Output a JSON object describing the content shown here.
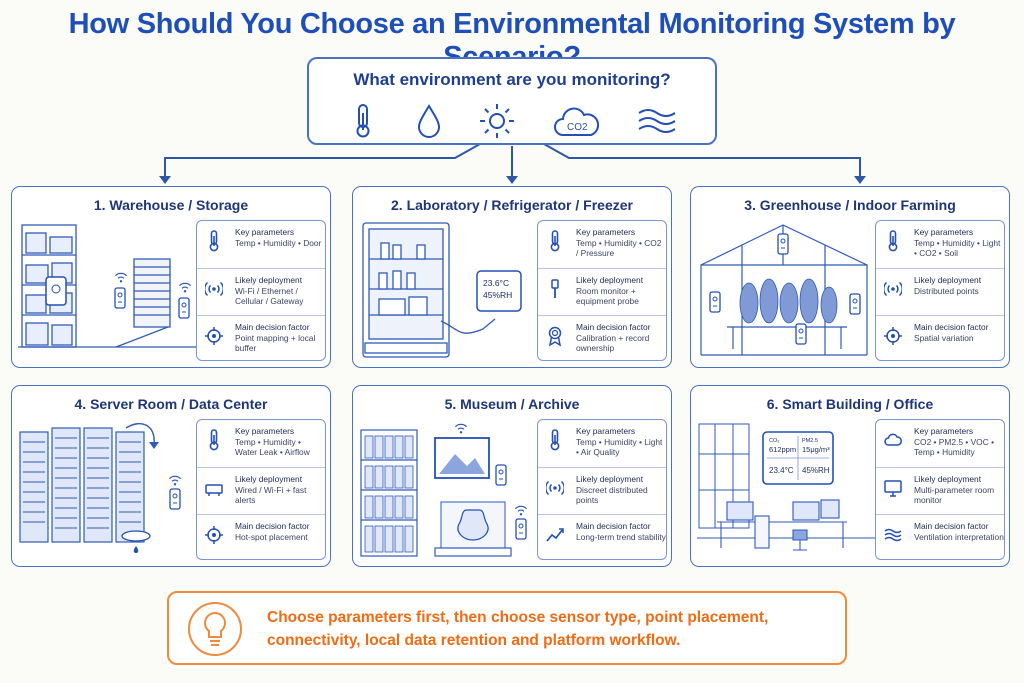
{
  "title": "How Should You Choose an Environmental Monitoring System by Scenario?",
  "question": {
    "text": "What environment are you monitoring?",
    "icons": [
      "thermometer-icon",
      "water-drop-icon",
      "sun-icon",
      "co2-cloud-icon",
      "air-flow-icon"
    ],
    "co2_label": "CO2"
  },
  "colors": {
    "accent": "#1e4fb8",
    "border": "#4a72c4",
    "highlight": "#f08a3c"
  },
  "scenarios": [
    {
      "title": "1. Warehouse / Storage",
      "illustration": "warehouse-racks-illustration",
      "rows": [
        {
          "icon": "thermometer-icon",
          "label": "Key parameters",
          "value": "Temp • Humidity • Door"
        },
        {
          "icon": "wireless-signal-icon",
          "label": "Likely deployment",
          "value": "Wi-Fi / Ethernet / Cellular / Gateway"
        },
        {
          "icon": "target-icon",
          "label": "Main decision factor",
          "value": "Point mapping + local buffer"
        }
      ]
    },
    {
      "title": "2. Laboratory / Refrigerator / Freezer",
      "illustration": "lab-refrigerator-illustration",
      "device_reading": {
        "temp": "23.6°C",
        "humidity": "45%RH"
      },
      "rows": [
        {
          "icon": "thermometer-icon",
          "label": "Key parameters",
          "value": "Temp • Humidity • CO2 / Pressure"
        },
        {
          "icon": "probe-icon",
          "label": "Likely deployment",
          "value": "Room monitor + equipment probe"
        },
        {
          "icon": "certificate-icon",
          "label": "Main decision factor",
          "value": "Calibration + record ownership"
        }
      ]
    },
    {
      "title": "3. Greenhouse / Indoor Farming",
      "illustration": "greenhouse-illustration",
      "rows": [
        {
          "icon": "thermometer-icon",
          "label": "Key parameters",
          "value": "Temp • Humidity • Light • CO2 • Soil"
        },
        {
          "icon": "wireless-signal-icon",
          "label": "Likely deployment",
          "value": "Distributed points"
        },
        {
          "icon": "target-icon",
          "label": "Main decision factor",
          "value": "Spatial variation"
        }
      ]
    },
    {
      "title": "4. Server Room / Data Center",
      "illustration": "server-room-illustration",
      "rows": [
        {
          "icon": "thermometer-icon",
          "label": "Key parameters",
          "value": "Temp • Humidity • Water Leak • Airflow"
        },
        {
          "icon": "router-icon",
          "label": "Likely deployment",
          "value": "Wired / Wi-Fi + fast alerts"
        },
        {
          "icon": "target-icon",
          "label": "Main decision factor",
          "value": "Hot-spot placement"
        }
      ]
    },
    {
      "title": "5. Museum / Archive",
      "illustration": "museum-archive-illustration",
      "rows": [
        {
          "icon": "thermometer-icon",
          "label": "Key parameters",
          "value": "Temp • Humidity • Light • Air Quality"
        },
        {
          "icon": "wireless-signal-icon",
          "label": "Likely deployment",
          "value": "Discreet distributed points"
        },
        {
          "icon": "trend-chart-icon",
          "label": "Main decision factor",
          "value": "Long-term trend stability"
        }
      ]
    },
    {
      "title": "6. Smart Building / Office",
      "illustration": "smart-office-illustration",
      "device_reading": {
        "co2": "CO₂",
        "co2_value": "612ppm",
        "pm": "PM2.5",
        "pm_value": "15μg/m³",
        "temp": "23.4°C",
        "humidity": "45%RH"
      },
      "rows": [
        {
          "icon": "cloud-icon",
          "label": "Key parameters",
          "value": "CO2 • PM2.5 • VOC • Temp • Humidity"
        },
        {
          "icon": "monitor-icon",
          "label": "Likely deployment",
          "value": "Multi-parameter room monitor"
        },
        {
          "icon": "air-flow-icon",
          "label": "Main decision factor",
          "value": "Ventilation interpretation"
        }
      ]
    }
  ],
  "summary": {
    "icon": "lightbulb-icon",
    "text": "Choose parameters first, then choose sensor type, point placement, connectivity, local data retention and platform workflow."
  }
}
